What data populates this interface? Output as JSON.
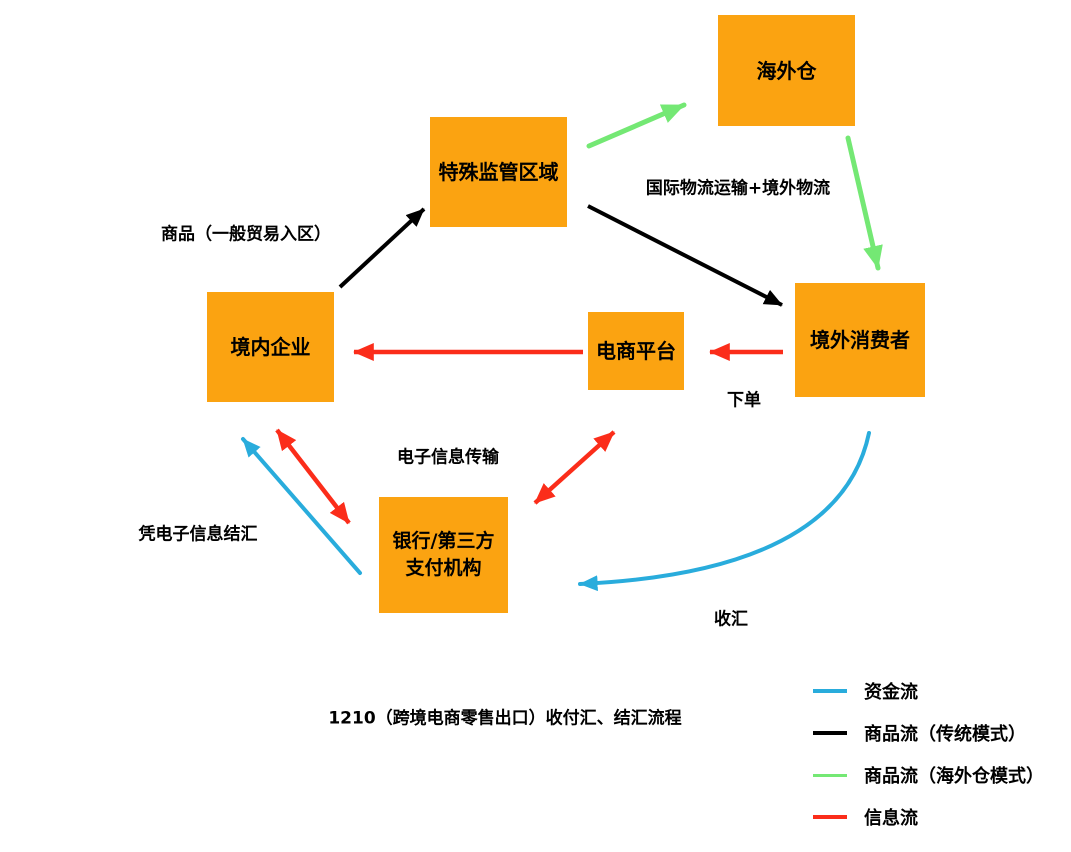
{
  "title": "1210（跨境电商零售出口）收付汇、结汇流程",
  "colors": {
    "node_fill": "#FBA311",
    "goods_traditional": "#000000",
    "goods_overseas_warehouse": "#74E874",
    "information": "#FB2D1A",
    "funds": "#29ACDC"
  },
  "nodes": [
    {
      "id": "overseas-warehouse",
      "label": "海外仓"
    },
    {
      "id": "special-regulatory-zone",
      "label": "特殊监管区域"
    },
    {
      "id": "domestic-enterprise",
      "label": "境内企业"
    },
    {
      "id": "ecommerce-platform",
      "label": "电商平台"
    },
    {
      "id": "overseas-consumer",
      "label": "境外消费者"
    },
    {
      "id": "bank-third-party-payment",
      "label": "银行/第三方\n支付机构"
    }
  ],
  "edges": [
    {
      "name": "goods-entry",
      "from": "domestic-enterprise",
      "to": "special-regulatory-zone",
      "type": "goods-traditional",
      "color": "#000000",
      "label": "商品（一般贸易入区）",
      "bidirectional": false
    },
    {
      "name": "zone-to-warehouse",
      "from": "special-regulatory-zone",
      "to": "overseas-warehouse",
      "type": "goods-overseas-warehouse",
      "color": "#74E874",
      "label": "",
      "bidirectional": false
    },
    {
      "name": "warehouse-to-consumer",
      "from": "overseas-warehouse",
      "to": "overseas-consumer",
      "type": "goods-overseas-warehouse",
      "color": "#74E874",
      "label": "",
      "bidirectional": false
    },
    {
      "name": "zone-to-consumer",
      "from": "special-regulatory-zone",
      "to": "overseas-consumer",
      "type": "goods-traditional",
      "color": "#000000",
      "label": "国际物流运输+境外物流",
      "bidirectional": false
    },
    {
      "name": "consumer-order",
      "from": "overseas-consumer",
      "to": "ecommerce-platform",
      "type": "information",
      "color": "#FB2D1A",
      "label": "下单",
      "bidirectional": false
    },
    {
      "name": "platform-to-enterprise",
      "from": "ecommerce-platform",
      "to": "domestic-enterprise",
      "type": "information",
      "color": "#FB2D1A",
      "label": "",
      "bidirectional": false
    },
    {
      "name": "platform-bank-einfo",
      "from": "ecommerce-platform",
      "to": "bank-third-party-payment",
      "type": "information",
      "color": "#FB2D1A",
      "label": "电子信息传输",
      "bidirectional": true
    },
    {
      "name": "enterprise-bank-einfo",
      "from": "domestic-enterprise",
      "to": "bank-third-party-payment",
      "type": "information",
      "color": "#FB2D1A",
      "label": "",
      "bidirectional": true
    },
    {
      "name": "bank-settlement",
      "from": "bank-third-party-payment",
      "to": "domestic-enterprise",
      "type": "funds",
      "color": "#29ACDC",
      "label": "凭电子信息结汇",
      "bidirectional": false
    },
    {
      "name": "consumer-payment",
      "from": "overseas-consumer",
      "to": "bank-third-party-payment",
      "type": "funds",
      "color": "#29ACDC",
      "label": "收汇",
      "bidirectional": false
    }
  ],
  "edge_labels": {
    "goods_entry": "商品（一般贸易入区）",
    "intl_logistics": "国际物流运输+境外物流",
    "place_order": "下单",
    "einfo_transfer": "电子信息传输",
    "settlement": "凭电子信息结汇",
    "receive_payment": "收汇"
  },
  "legend": {
    "items": [
      {
        "label": "资金流",
        "color": "#29ACDC"
      },
      {
        "label": "商品流（传统模式）",
        "color": "#000000"
      },
      {
        "label": "商品流（海外仓模式）",
        "color": "#74E874"
      },
      {
        "label": "信息流",
        "color": "#FB2D1A"
      }
    ]
  }
}
